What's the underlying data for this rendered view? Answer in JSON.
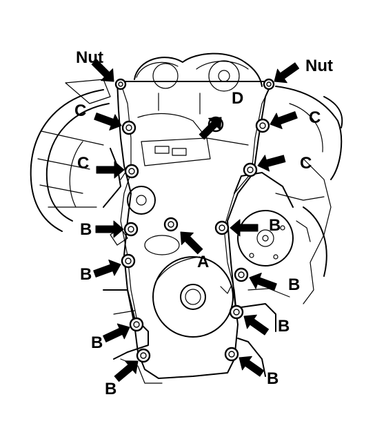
{
  "labels": {
    "nut_left": "Nut",
    "nut_right": "Nut",
    "c_upper_left": "C",
    "c_lower_left": "C",
    "c_upper_right": "C",
    "c_lower_right": "C",
    "d": "D",
    "a": "A",
    "b_left_1": "B",
    "b_left_2": "B",
    "b_left_3": "B",
    "b_left_4": "B",
    "b_right_1": "B",
    "b_right_2": "B",
    "b_right_3": "B",
    "b_right_4": "B"
  }
}
